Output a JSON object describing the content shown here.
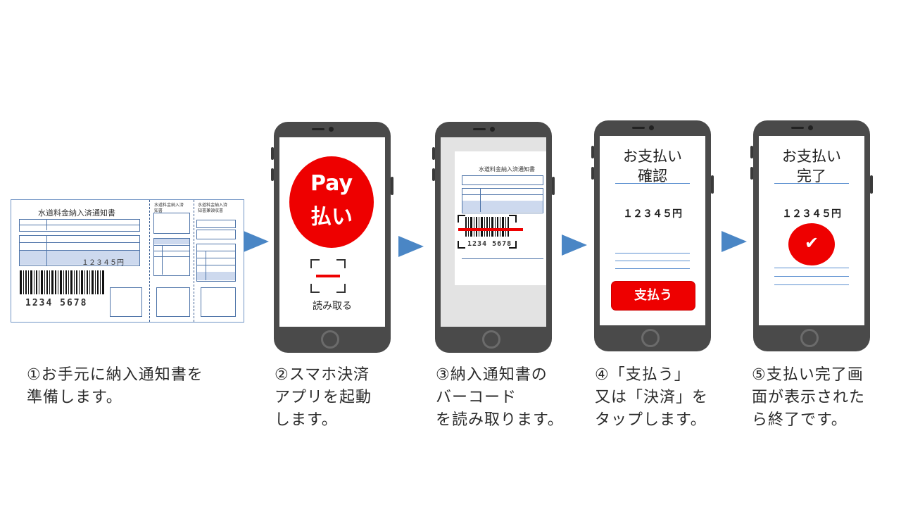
{
  "bill": {
    "title": "水道料金納入済通知書",
    "amount": "１２３４５円",
    "barcode_number": "1234 5678",
    "stub1_title": "水道料金納入済\n知書",
    "stub2_title": "水道料金納入済\n知書兼領収書"
  },
  "phone2": {
    "pay_line1": "Pay",
    "pay_line2": "払い",
    "scan_label": "読み取る"
  },
  "phone3": {
    "doc_title": "水道料金納入済通知書",
    "barcode_number": "1234 5678"
  },
  "phone4": {
    "title_line1": "お支払い",
    "title_line2": "確認",
    "amount": "１２３４５円",
    "pay_button": "支払う"
  },
  "phone5": {
    "title_line1": "お支払い",
    "title_line2": "完了",
    "amount": "１２３４５円",
    "check_mark": "✔"
  },
  "steps": [
    {
      "caption": "①お手元に納入通知書を\n準備します。"
    },
    {
      "caption": "②スマホ決済\nアプリを起動\nします。"
    },
    {
      "caption": "③納入通知書の\nバーコード\nを読み取ります。"
    },
    {
      "caption": "④「支払う」\n又は「決済」を\nタップします。"
    },
    {
      "caption": "⑤支払い完了画\n面が表示された\nら終了です。"
    }
  ],
  "colors": {
    "accent_red": "#ee0000",
    "arrow_blue": "#4a86c5",
    "phone_body": "#4a4a4a",
    "line_blue": "#5a8fd0"
  }
}
